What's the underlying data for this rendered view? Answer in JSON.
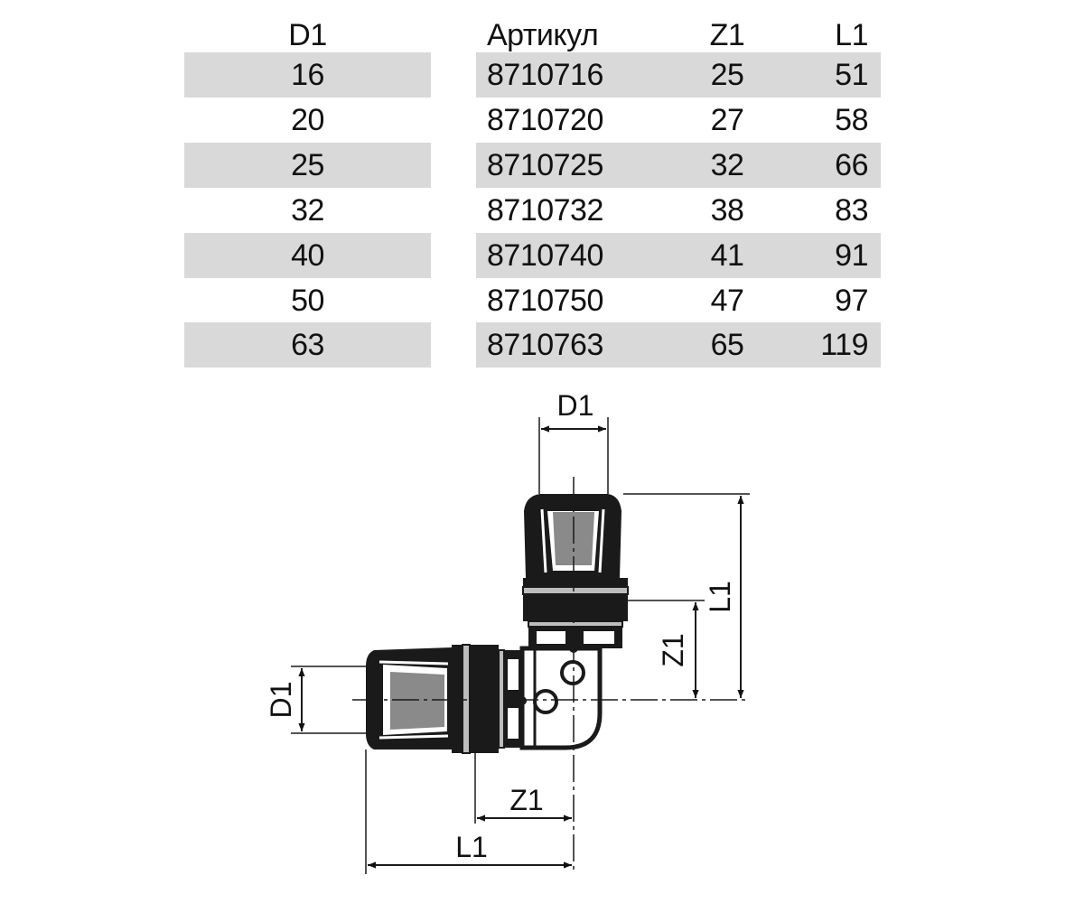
{
  "table": {
    "headers": {
      "d1": "D1",
      "article": "Артикул",
      "z1": "Z1",
      "l1": "L1"
    },
    "rows": [
      {
        "d1": "16",
        "article": "8710716",
        "z1": "25",
        "l1": "51"
      },
      {
        "d1": "20",
        "article": "8710720",
        "z1": "27",
        "l1": "58"
      },
      {
        "d1": "25",
        "article": "8710725",
        "z1": "32",
        "l1": "66"
      },
      {
        "d1": "32",
        "article": "8710732",
        "z1": "38",
        "l1": "83"
      },
      {
        "d1": "40",
        "article": "8710740",
        "z1": "41",
        "l1": "91"
      },
      {
        "d1": "50",
        "article": "8710750",
        "z1": "47",
        "l1": "97"
      },
      {
        "d1": "63",
        "article": "8710763",
        "z1": "65",
        "l1": "119"
      }
    ],
    "band_color": "#d9d9d9"
  },
  "drawing": {
    "labels": {
      "d1_top": "D1",
      "l1_vertical": "L1",
      "z1_vertical": "Z1",
      "d1_left": "D1",
      "z1_horizontal": "Z1",
      "l1_horizontal": "L1"
    }
  }
}
